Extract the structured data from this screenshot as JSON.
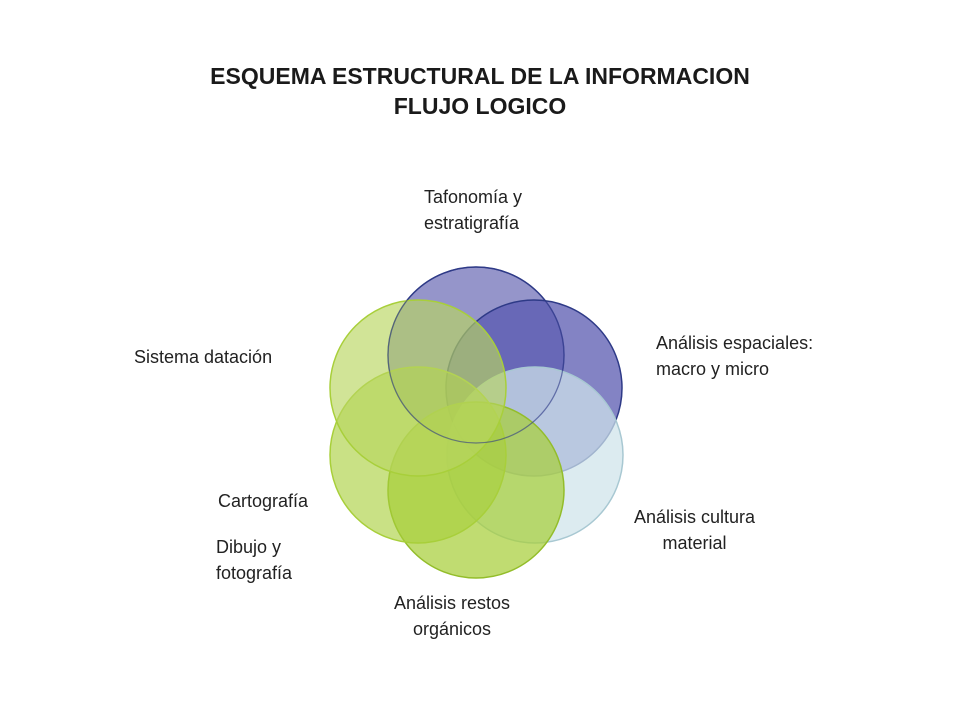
{
  "title": {
    "line1": "ESQUEMA ESTRUCTURAL DE LA INFORMACION",
    "line2": "FLUJO LOGICO"
  },
  "labels": {
    "tafonomia": [
      "Tafonomía y",
      "estratigrafía"
    ],
    "espaciales": [
      "Análisis espaciales:",
      "macro y micro"
    ],
    "cultura": [
      "Análisis cultura",
      "material"
    ],
    "organicos": [
      "Análisis restos",
      "orgánicos"
    ],
    "cartografia": "Cartografía",
    "dibujo": [
      "Dibujo y",
      "fotografía"
    ],
    "datacion": "Sistema datación"
  },
  "colors": {
    "circle_blue_light": "#9999cc",
    "circle_blue_dark": "#6666b3",
    "circle_pale_blue": "#dcebef",
    "circle_green": "#b8d65f",
    "circle_lime": "#c9df86",
    "stroke_blue": "#2e3a87",
    "stroke_green": "#93bd2a"
  }
}
